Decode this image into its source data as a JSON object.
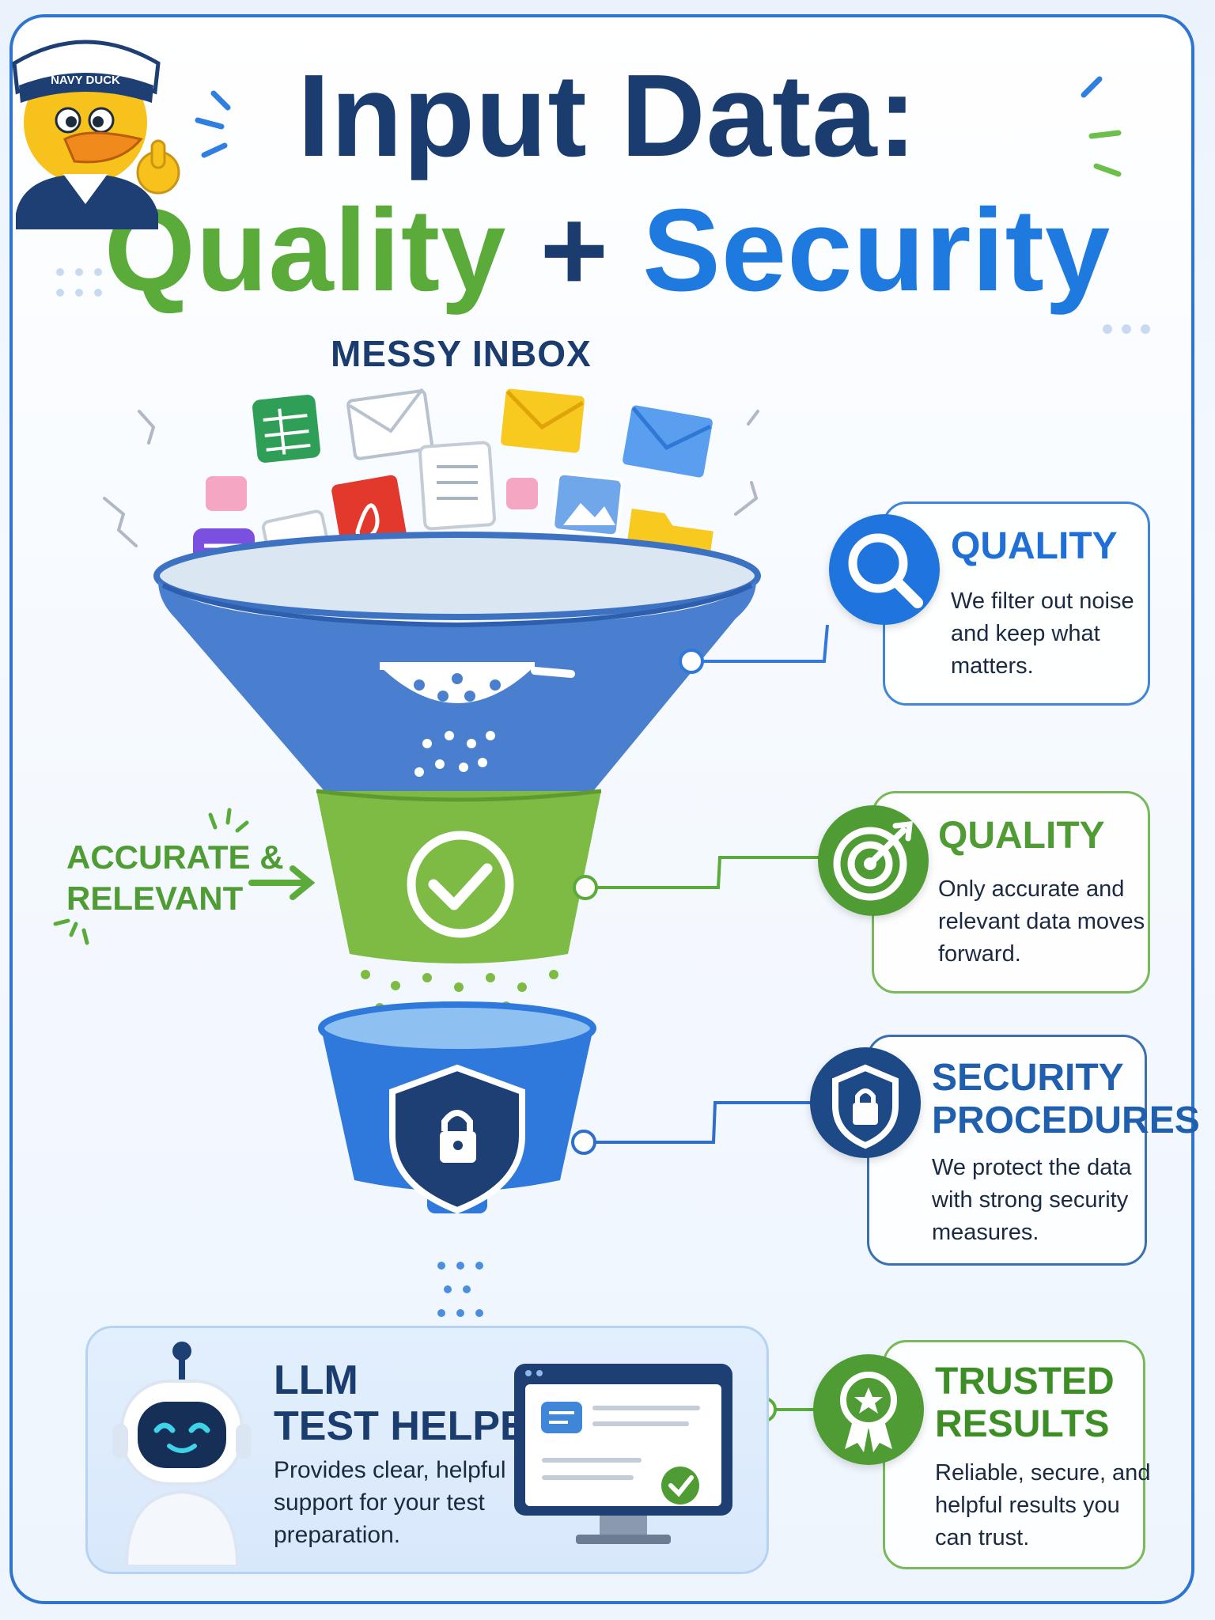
{
  "title": {
    "line1": "Input Data:",
    "quality": "Quality",
    "plus": "+",
    "security": "Security"
  },
  "mascot": {
    "cap_text": "NAVY DUCK"
  },
  "funnel": {
    "inbox_label": "MESSY INBOX"
  },
  "side_label": {
    "line1": "ACCURATE &",
    "line2": "RELEVANT"
  },
  "cards": [
    {
      "title_lines": [
        "QUALITY"
      ],
      "text_lines": [
        "We filter out noise",
        "and keep what",
        "matters."
      ]
    },
    {
      "title_lines": [
        "QUALITY"
      ],
      "text_lines": [
        "Only accurate and",
        "relevant data moves",
        "forward."
      ]
    },
    {
      "title_lines": [
        "SECURITY",
        "PROCEDURES"
      ],
      "text_lines": [
        "We protect the data",
        "with strong security",
        "measures."
      ]
    },
    {
      "title_lines": [
        "TRUSTED",
        "RESULTS"
      ],
      "text_lines": [
        "Reliable, secure, and",
        "helpful results you",
        "can trust."
      ]
    }
  ],
  "llm_helper": {
    "title_lines": [
      "LLM",
      "TEST HELPER"
    ],
    "text_lines": [
      "Provides clear, helpful",
      "support for your test",
      "preparation."
    ]
  },
  "colors": {
    "navy": "#1a3c6e",
    "green": "#5aab3a",
    "blue": "#1f7ae0",
    "funnel_top": "#4a7fcf",
    "funnel_mid": "#7dbb45",
    "funnel_bottom": "#2f78dc"
  }
}
